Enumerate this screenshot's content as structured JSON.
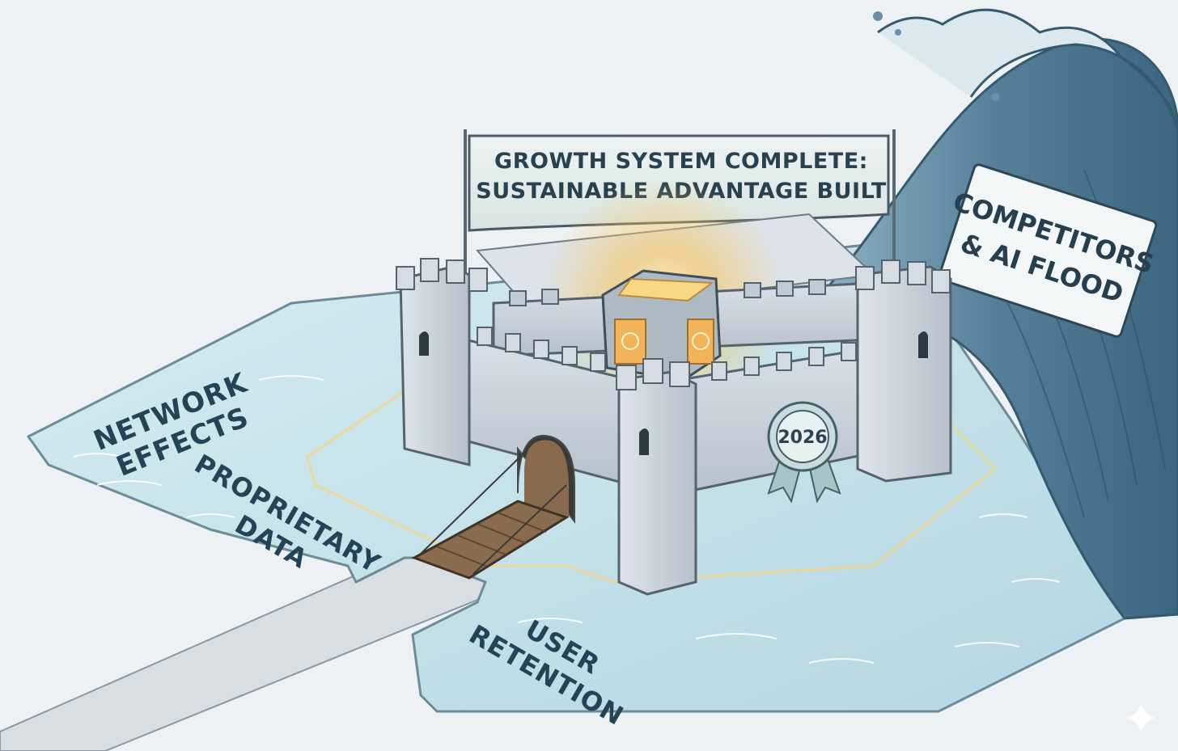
{
  "banner": {
    "line1": "GROWTH SYSTEM COMPLETE:",
    "line2": "SUSTAINABLE ADVANTAGE BUILT"
  },
  "wave_sign": {
    "line1": "COMPETITORS",
    "line2": "& AI FLOOD"
  },
  "moat_labels": {
    "network_1": "NETWORK",
    "network_2": "EFFECTS",
    "data_1": "PROPRIETARY",
    "data_2": "DATA",
    "retention_1": "USER",
    "retention_2": "RETENTION"
  },
  "seal": {
    "year": "2026"
  },
  "icons": [
    "castle-icon",
    "wave-icon",
    "drawbridge-icon",
    "award-seal-icon",
    "glowing-core-icon",
    "sparkle-icon"
  ],
  "colors": {
    "background": "#eef1f4",
    "water": "#c6e3ea",
    "castle": "#c8d0d8",
    "glow": "#f2c063",
    "wave": "#4d7893",
    "bridge": "#7a5c40"
  }
}
